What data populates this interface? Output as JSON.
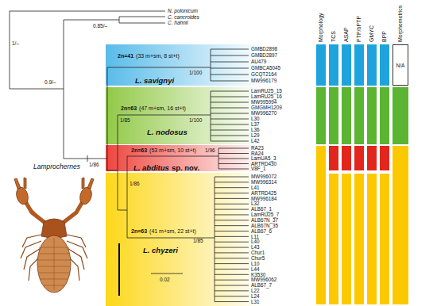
{
  "diagram": {
    "nodes": [
      {
        "text": [
          "L. savignyi"
        ]
      },
      {
        "text": [
          "L. nodosus"
        ]
      },
      {
        "text": [
          "L. abditus",
          "sp. nov."
        ]
      },
      {
        "text": [
          "L. chyzeri"
        ]
      },
      {
        "text": [
          "N/A"
        ]
      }
    ],
    "labels": [
      "N. polonicum",
      "C. cancroides",
      "C. hahnii",
      "Morphology",
      "TCS",
      "ASAP",
      "PTP/bPTP",
      "GMYC",
      "BPP",
      "Morphometrics",
      "1/–",
      "0.85/–",
      "0.9/–",
      "2n=41",
      "(33 m+sm, 8 st+t)",
      "GMBD2898",
      "GMBD2897",
      "AU479",
      "GMBCA5045",
      "GCQT2164",
      "MW996179",
      "1/100",
      "1/85",
      "2n=63",
      "(47 m+sm, 16 st+t)",
      "LamRU25_15",
      "LamRU25_16",
      "MW995994",
      "GMGMH1209",
      "MW996270",
      "L30",
      "L37",
      "L36",
      "L29",
      "L42",
      "1/100",
      "Lamprochernes",
      "1/86",
      "2n=63",
      "(53 m+sm, 10 st+t)",
      "RA23",
      "RA24",
      "LamUA5_3",
      "ARTRD430",
      "V8F_1",
      "1/96",
      "1/86",
      "2n=63",
      "(41 m+sm, 22 st+t)",
      "MW996072",
      "MW996314",
      "L41",
      "ARTRD425",
      "MW996184",
      "L32",
      "ALB67_1",
      "LamRU25_7",
      "ALB67N_37",
      "ALB67N_35",
      "ALB67_6",
      "L11",
      "L40",
      "L43",
      "Chur1",
      "Chur5",
      "L10",
      "L44",
      "K3530",
      "MW996062",
      "ALB67_7",
      "L22",
      "L24",
      "L31",
      "1/85",
      "0.02"
    ]
  }
}
